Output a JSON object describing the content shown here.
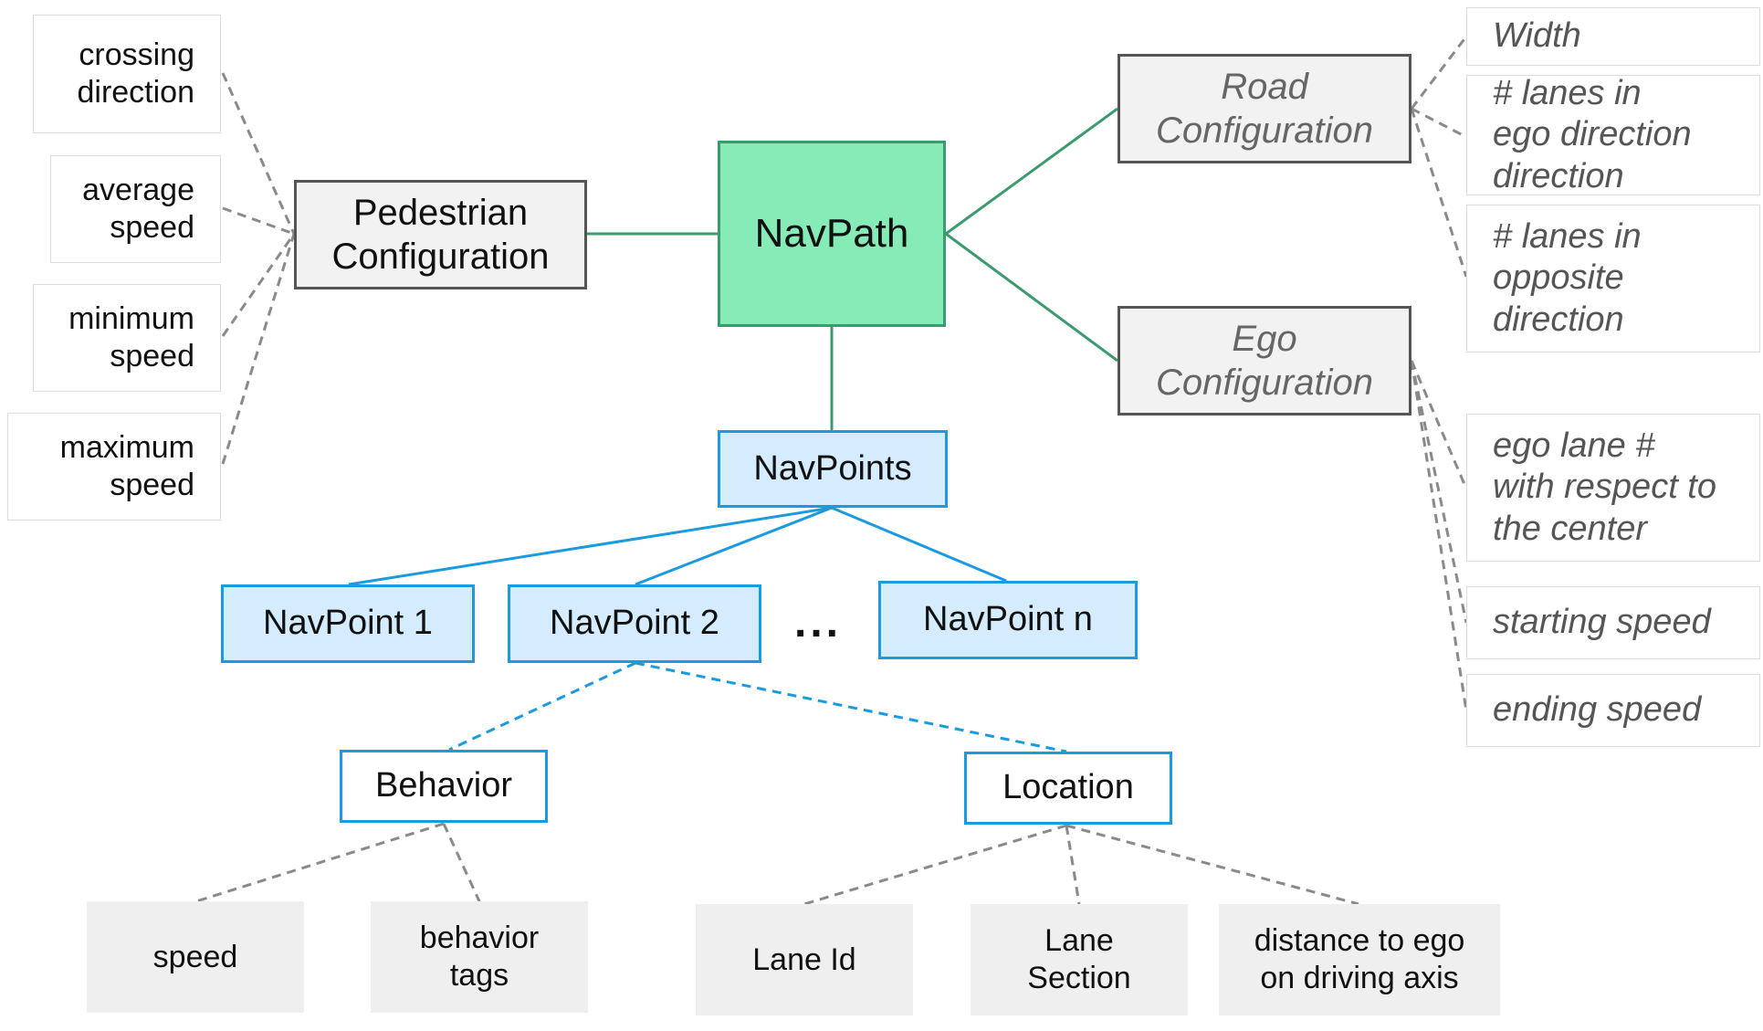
{
  "root": {
    "label": "NavPath"
  },
  "pedestrian": {
    "label": "Pedestrian\nConfiguration",
    "attributes": [
      "crossing\ndirection",
      "average\nspeed",
      "minimum\nspeed",
      "maximum\nspeed"
    ]
  },
  "road": {
    "label": "Road\nConfiguration",
    "attributes": [
      "Width",
      "# lanes in\nego direction\ndirection",
      "# lanes in\nopposite\ndirection"
    ]
  },
  "ego": {
    "label": "Ego\nConfiguration",
    "attributes": [
      "ego lane #\nwith respect to\nthe center",
      "starting speed",
      "ending speed"
    ]
  },
  "navpoints": {
    "label": "NavPoints",
    "items": [
      "NavPoint 1",
      "NavPoint 2",
      "NavPoint n"
    ],
    "ellipsis": "..."
  },
  "behavior": {
    "label": "Behavior",
    "children": [
      "speed",
      "behavior\ntags"
    ]
  },
  "location": {
    "label": "Location",
    "children": [
      "Lane Id",
      "Lane\nSection",
      "distance to ego\non driving axis"
    ]
  },
  "colors": {
    "navpath_fill": "#86ebb6",
    "navpath_border": "#3a9b6c",
    "blue": "#1a9be0",
    "blue_fill": "#d4ecfd",
    "grey_line": "#8a8a8a"
  }
}
